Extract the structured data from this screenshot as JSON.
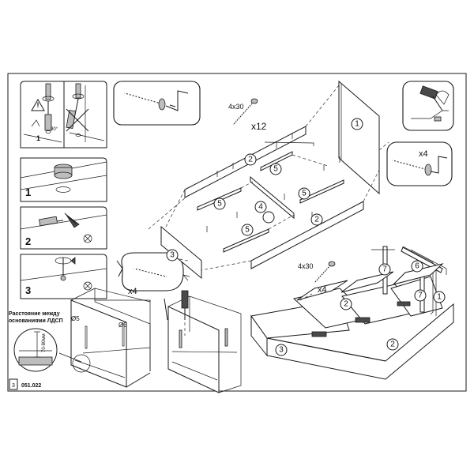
{
  "page": {
    "page_number": "3",
    "doc_code": "051.022"
  },
  "parts": {
    "p1": "1",
    "p2": "2",
    "p3": "3",
    "p4": "4",
    "p5": "5",
    "p6": "6",
    "p7": "7"
  },
  "steps": {
    "s1": "1",
    "s2": "2",
    "s3": "3",
    "top_left_1": "1",
    "angle_label": "90°"
  },
  "hardware": {
    "screw_size_top": "4x30",
    "screw_qty_top": "x12",
    "screw_size_right": "4x30",
    "screw_qty_right": "x4",
    "confirmat_qty_right": "x4",
    "confirmat_qty_left": "x4"
  },
  "note": {
    "line1": "Расстояние между",
    "line2": "основаниями ЛДСП",
    "range": "70-80мм",
    "hole_a": "Ø5",
    "hole_b": "Ø5"
  }
}
